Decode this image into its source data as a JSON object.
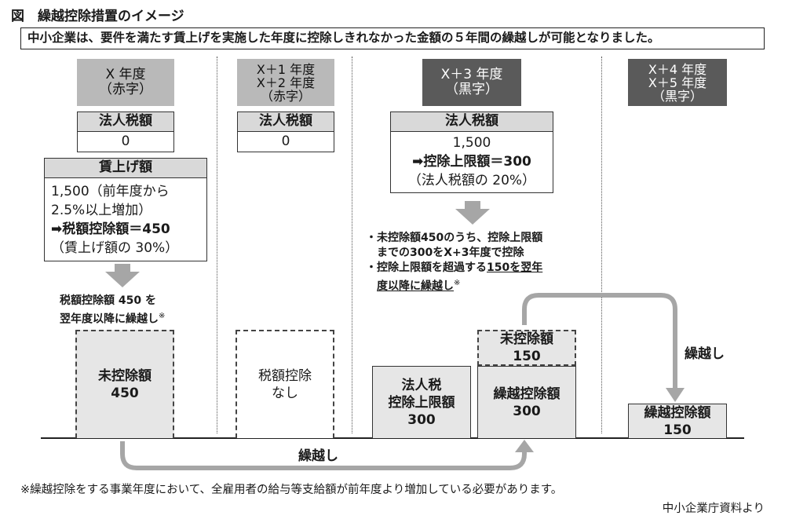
{
  "title": "図　繰越控除措置のイメージ",
  "banner": "中小企業は、要件を満たす賃上げを実施した年度に控除しきれなかった金額の５年間の繰越しが可能となりました。",
  "columns": [
    {
      "year_lines": [
        "X 年度",
        "（赤字）"
      ]
    },
    {
      "year_lines": [
        "X＋1 年度",
        "X＋2 年度",
        "（赤字）"
      ]
    },
    {
      "year_lines": [
        "X＋3 年度",
        "（黒字）"
      ]
    },
    {
      "year_lines": [
        "X＋4 年度",
        "X＋5 年度",
        "（黒字）"
      ]
    }
  ],
  "tax_label": "法人税額",
  "col1": {
    "tax_value": "0",
    "wage_label": "賃上げ額",
    "wage_lines": [
      "1,500（前年度から",
      "2.5%以上増加）",
      "➡税額控除額＝450",
      "（賃上げ額の 30%）"
    ],
    "note_lines": [
      "税額控除額 450 を",
      "翌年度以降に繰越し"
    ],
    "note_mark": "※",
    "box_lines": [
      "未控除額",
      "450"
    ]
  },
  "col2": {
    "tax_value": "0",
    "box_lines": [
      "税額控除",
      "なし"
    ]
  },
  "col3": {
    "tax_lines": [
      "1,500",
      "➡控除上限額＝300",
      "（法人税額の 20%）"
    ],
    "bullet1_lines": [
      "・未控除額450のうち、控除上限額",
      "　までの300をX+3年度で控除"
    ],
    "bullet2_a": "・控除上限額を超過する",
    "bullet2_b": "150を翌年",
    "bullet2_c": "度以降に繰越し",
    "bullet2_mark": "※",
    "box_left_lines": [
      "法人税",
      "控除上限額",
      "300"
    ],
    "box_top_lines": [
      "未控除額",
      "150"
    ],
    "box_bottom_lines": [
      "繰越控除額",
      "300"
    ]
  },
  "col4": {
    "carry_label": "繰越し",
    "box_lines": [
      "繰越控除額",
      "150"
    ]
  },
  "bottom_carry_label": "繰越し",
  "footnote": "※繰越控除をする事業年度において、全雇用者の給与等支給額が前年度より増加している必要があります。",
  "source": "中小企業庁資料より",
  "colors": {
    "light_gray": "#b9b9b9",
    "dark_gray": "#5a5a5a",
    "arrow_gray": "#a6a6a6",
    "box_fill": "#e6e6e6"
  }
}
